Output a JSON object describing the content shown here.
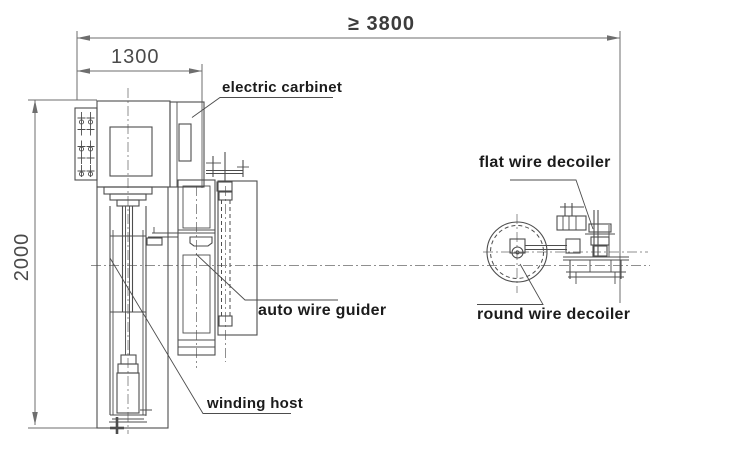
{
  "title": "winding machine layout drawing",
  "colors": {
    "background": "#ffffff",
    "line": "#4d4d4d",
    "dim": "#6e6e6e",
    "centerline": "#8f8f8f",
    "label": "#1b1b1b"
  },
  "dimensions": {
    "overall_width": "≥ 3800",
    "host_width": "1300",
    "height": "2000"
  },
  "labels": {
    "electric_cabinet": "electric carbinet",
    "flat_wire_decoiler": "flat wire decoiler",
    "round_wire_decoiler": "round wire decoiler",
    "auto_wire_guider": "auto wire guider",
    "winding_host": "winding host"
  }
}
